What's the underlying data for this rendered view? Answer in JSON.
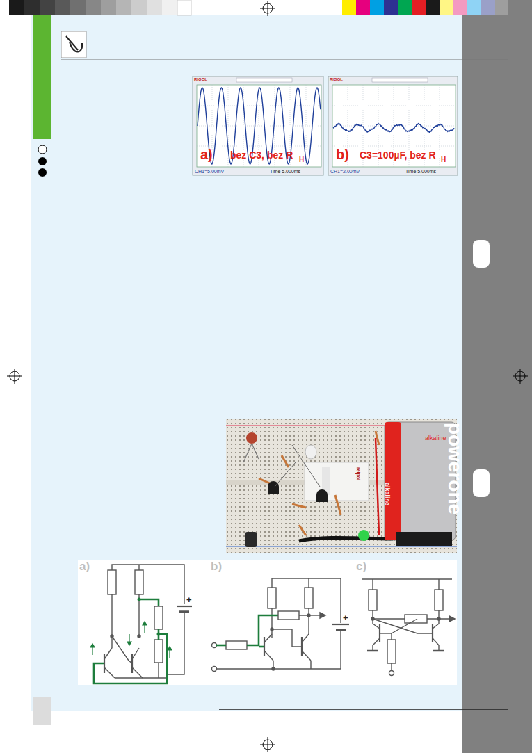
{
  "diagram": {
    "labels": [
      "a)",
      "bez C3, bez R",
      "H",
      "b)",
      "C3=100µF, bez R",
      "H",
      "RIGOL",
      "RIGOL",
      "Time 5.000ms",
      "Time 5.000ms",
      "CH1=5.00mV",
      "CH1=2.00mV",
      "powerone",
      "alkaline",
      "alkaline",
      "relpol",
      "a)",
      "b)",
      "c)",
      "+",
      "+"
    ]
  }
}
